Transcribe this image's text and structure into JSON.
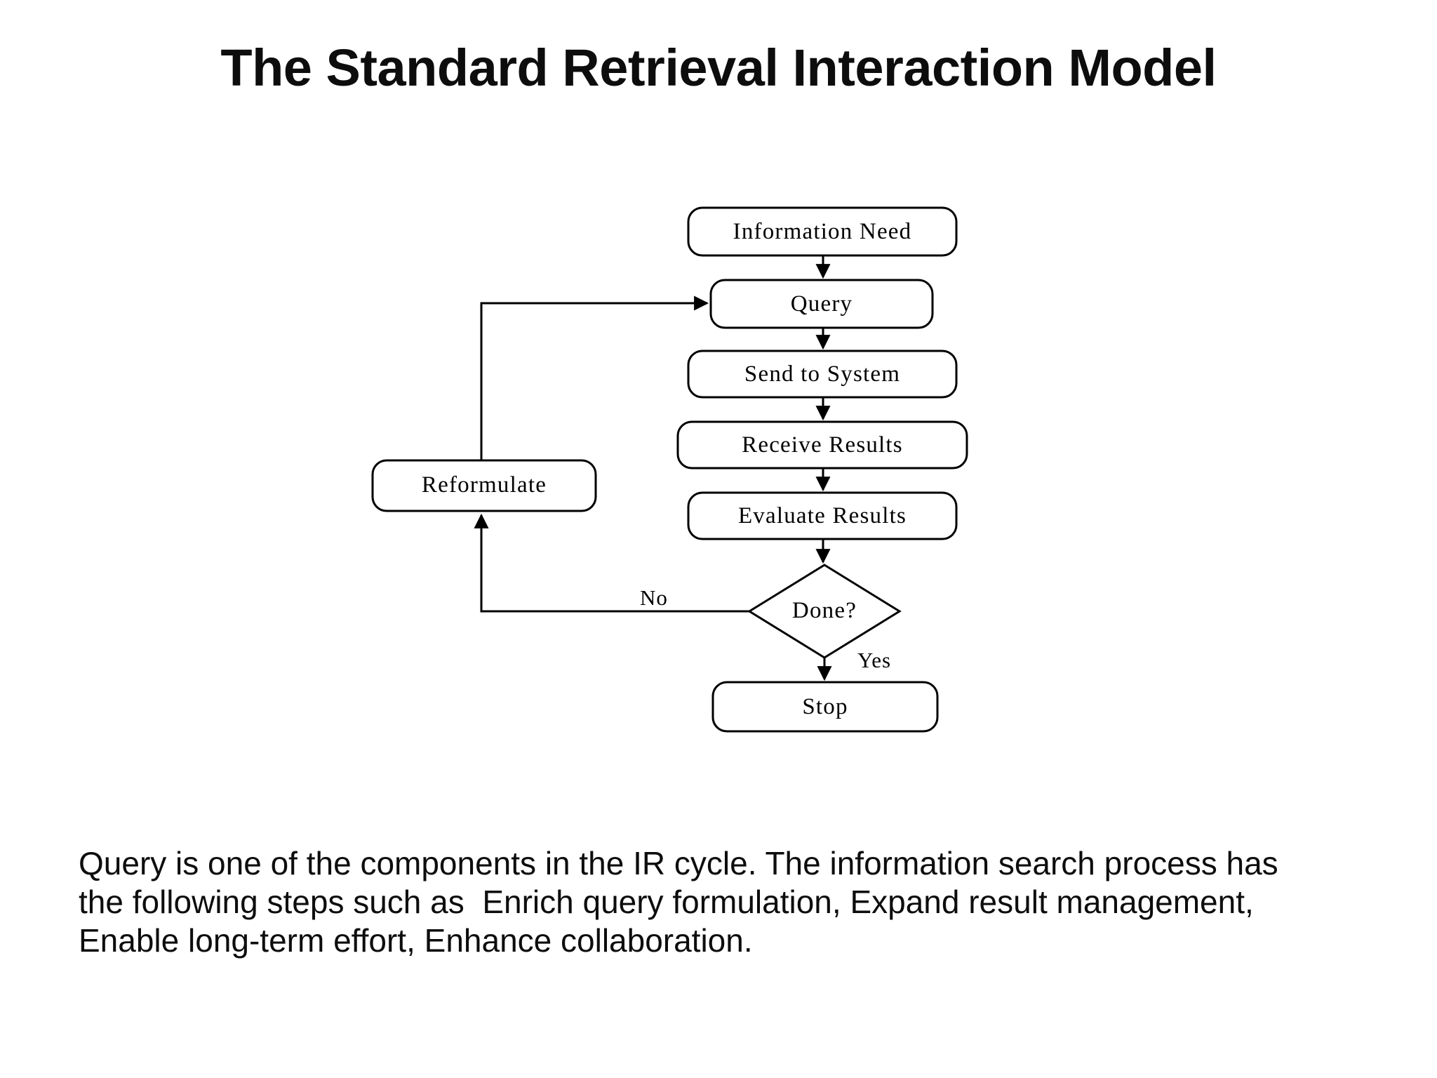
{
  "slide": {
    "title": "The Standard Retrieval Interaction Model",
    "background_color": "#ffffff",
    "text_color": "#0d0d0d"
  },
  "diagram": {
    "type": "flowchart",
    "shape_stroke_color": "#000000",
    "nodes": [
      {
        "id": "information-need",
        "label": "Information Need",
        "shape": "rounded-rectangle"
      },
      {
        "id": "query",
        "label": "Query",
        "shape": "rounded-rectangle"
      },
      {
        "id": "send-to-system",
        "label": "Send to System",
        "shape": "rounded-rectangle"
      },
      {
        "id": "receive-results",
        "label": "Receive Results",
        "shape": "rounded-rectangle"
      },
      {
        "id": "evaluate-results",
        "label": "Evaluate Results",
        "shape": "rounded-rectangle"
      },
      {
        "id": "done",
        "label": "Done?",
        "shape": "diamond"
      },
      {
        "id": "stop",
        "label": "Stop",
        "shape": "rounded-rectangle"
      },
      {
        "id": "reformulate",
        "label": "Reformulate",
        "shape": "rounded-rectangle"
      }
    ],
    "edges": [
      {
        "from": "information-need",
        "to": "query",
        "label": ""
      },
      {
        "from": "query",
        "to": "send-to-system",
        "label": ""
      },
      {
        "from": "send-to-system",
        "to": "receive-results",
        "label": ""
      },
      {
        "from": "receive-results",
        "to": "evaluate-results",
        "label": ""
      },
      {
        "from": "evaluate-results",
        "to": "done",
        "label": ""
      },
      {
        "from": "done",
        "to": "stop",
        "label": "Yes"
      },
      {
        "from": "done",
        "to": "reformulate",
        "label": "No"
      },
      {
        "from": "reformulate",
        "to": "query",
        "label": ""
      }
    ],
    "edge_labels": {
      "no": "No",
      "yes": "Yes"
    }
  },
  "body": {
    "lines": [
      "Query is one of the components in the IR cycle. The information search process has",
      "the following steps such as  Enrich query formulation, Expand result management,",
      "Enable long-term effort, Enhance collaboration."
    ]
  }
}
